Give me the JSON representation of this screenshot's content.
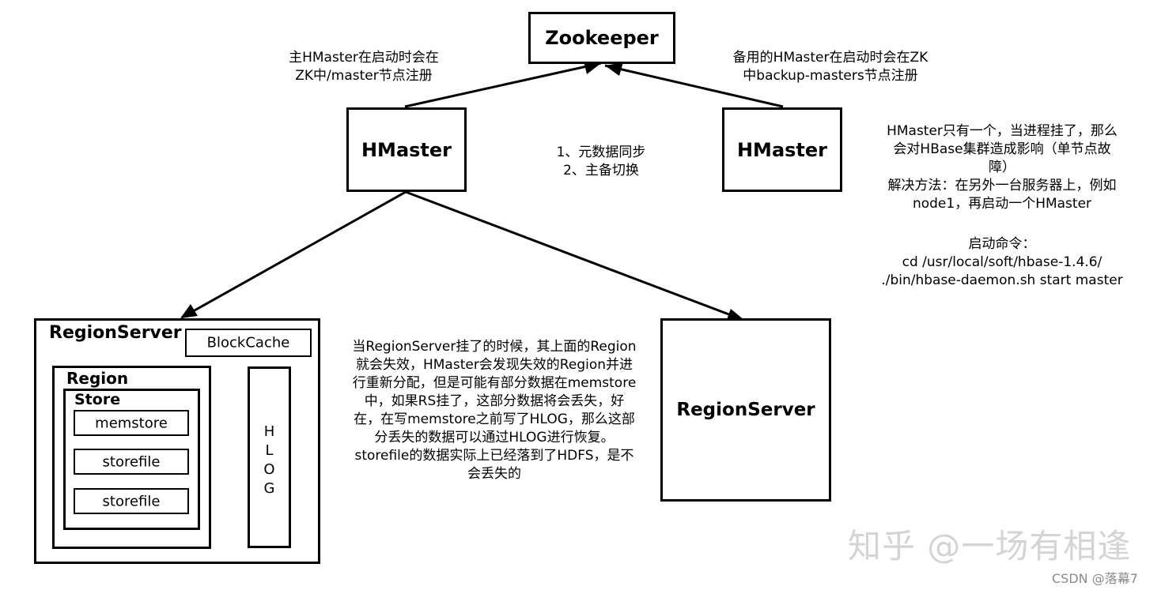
{
  "nodes": {
    "zookeeper": "Zookeeper",
    "hmaster_active": "HMaster",
    "hmaster_backup": "HMaster",
    "regionserver_right": "RegionServer",
    "regionserver_left": {
      "title": "RegionServer",
      "blockcache": "BlockCache",
      "region": {
        "title": "Region",
        "store": {
          "title": "Store",
          "items": [
            "memstore",
            "storefile",
            "storefile"
          ]
        }
      },
      "hlog_letters": [
        "H",
        "L",
        "O",
        "G"
      ]
    }
  },
  "annotations": {
    "active_master": "主HMaster在启动时会在\nZK中/master节点注册",
    "backup_master": "备用的HMaster在启动时会在ZK\n中backup-masters节点注册",
    "sync": "1、元数据同步\n2、主备切换",
    "single_point": "HMaster只有一个，当进程挂了，那么\n会对HBase集群造成影响（单节点故\n障）\n解决方法：在另外一台服务器上，例如\nnode1，再启动一个HMaster",
    "start_command": "启动命令：\ncd /usr/local/soft/hbase-1.4.6/\n./bin/hbase-daemon.sh start master",
    "regionserver_failure": "当RegionServer挂了的时候，其上面的Region\n就会失效，HMaster会发现失效的Region并进\n行重新分配，但是可能有部分数据在memstore\n中，如果RS挂了，这部分数据将会丢失，好\n在，在写memstore之前写了HLOG，那么这部\n分丢失的数据可以通过HLOG进行恢复。\nstorefile的数据实际上已经落到了HDFS，是不\n会丢失的"
  },
  "watermarks": {
    "zhihu": "知乎 @一场有相逢",
    "csdn": "CSDN @落幕7"
  }
}
